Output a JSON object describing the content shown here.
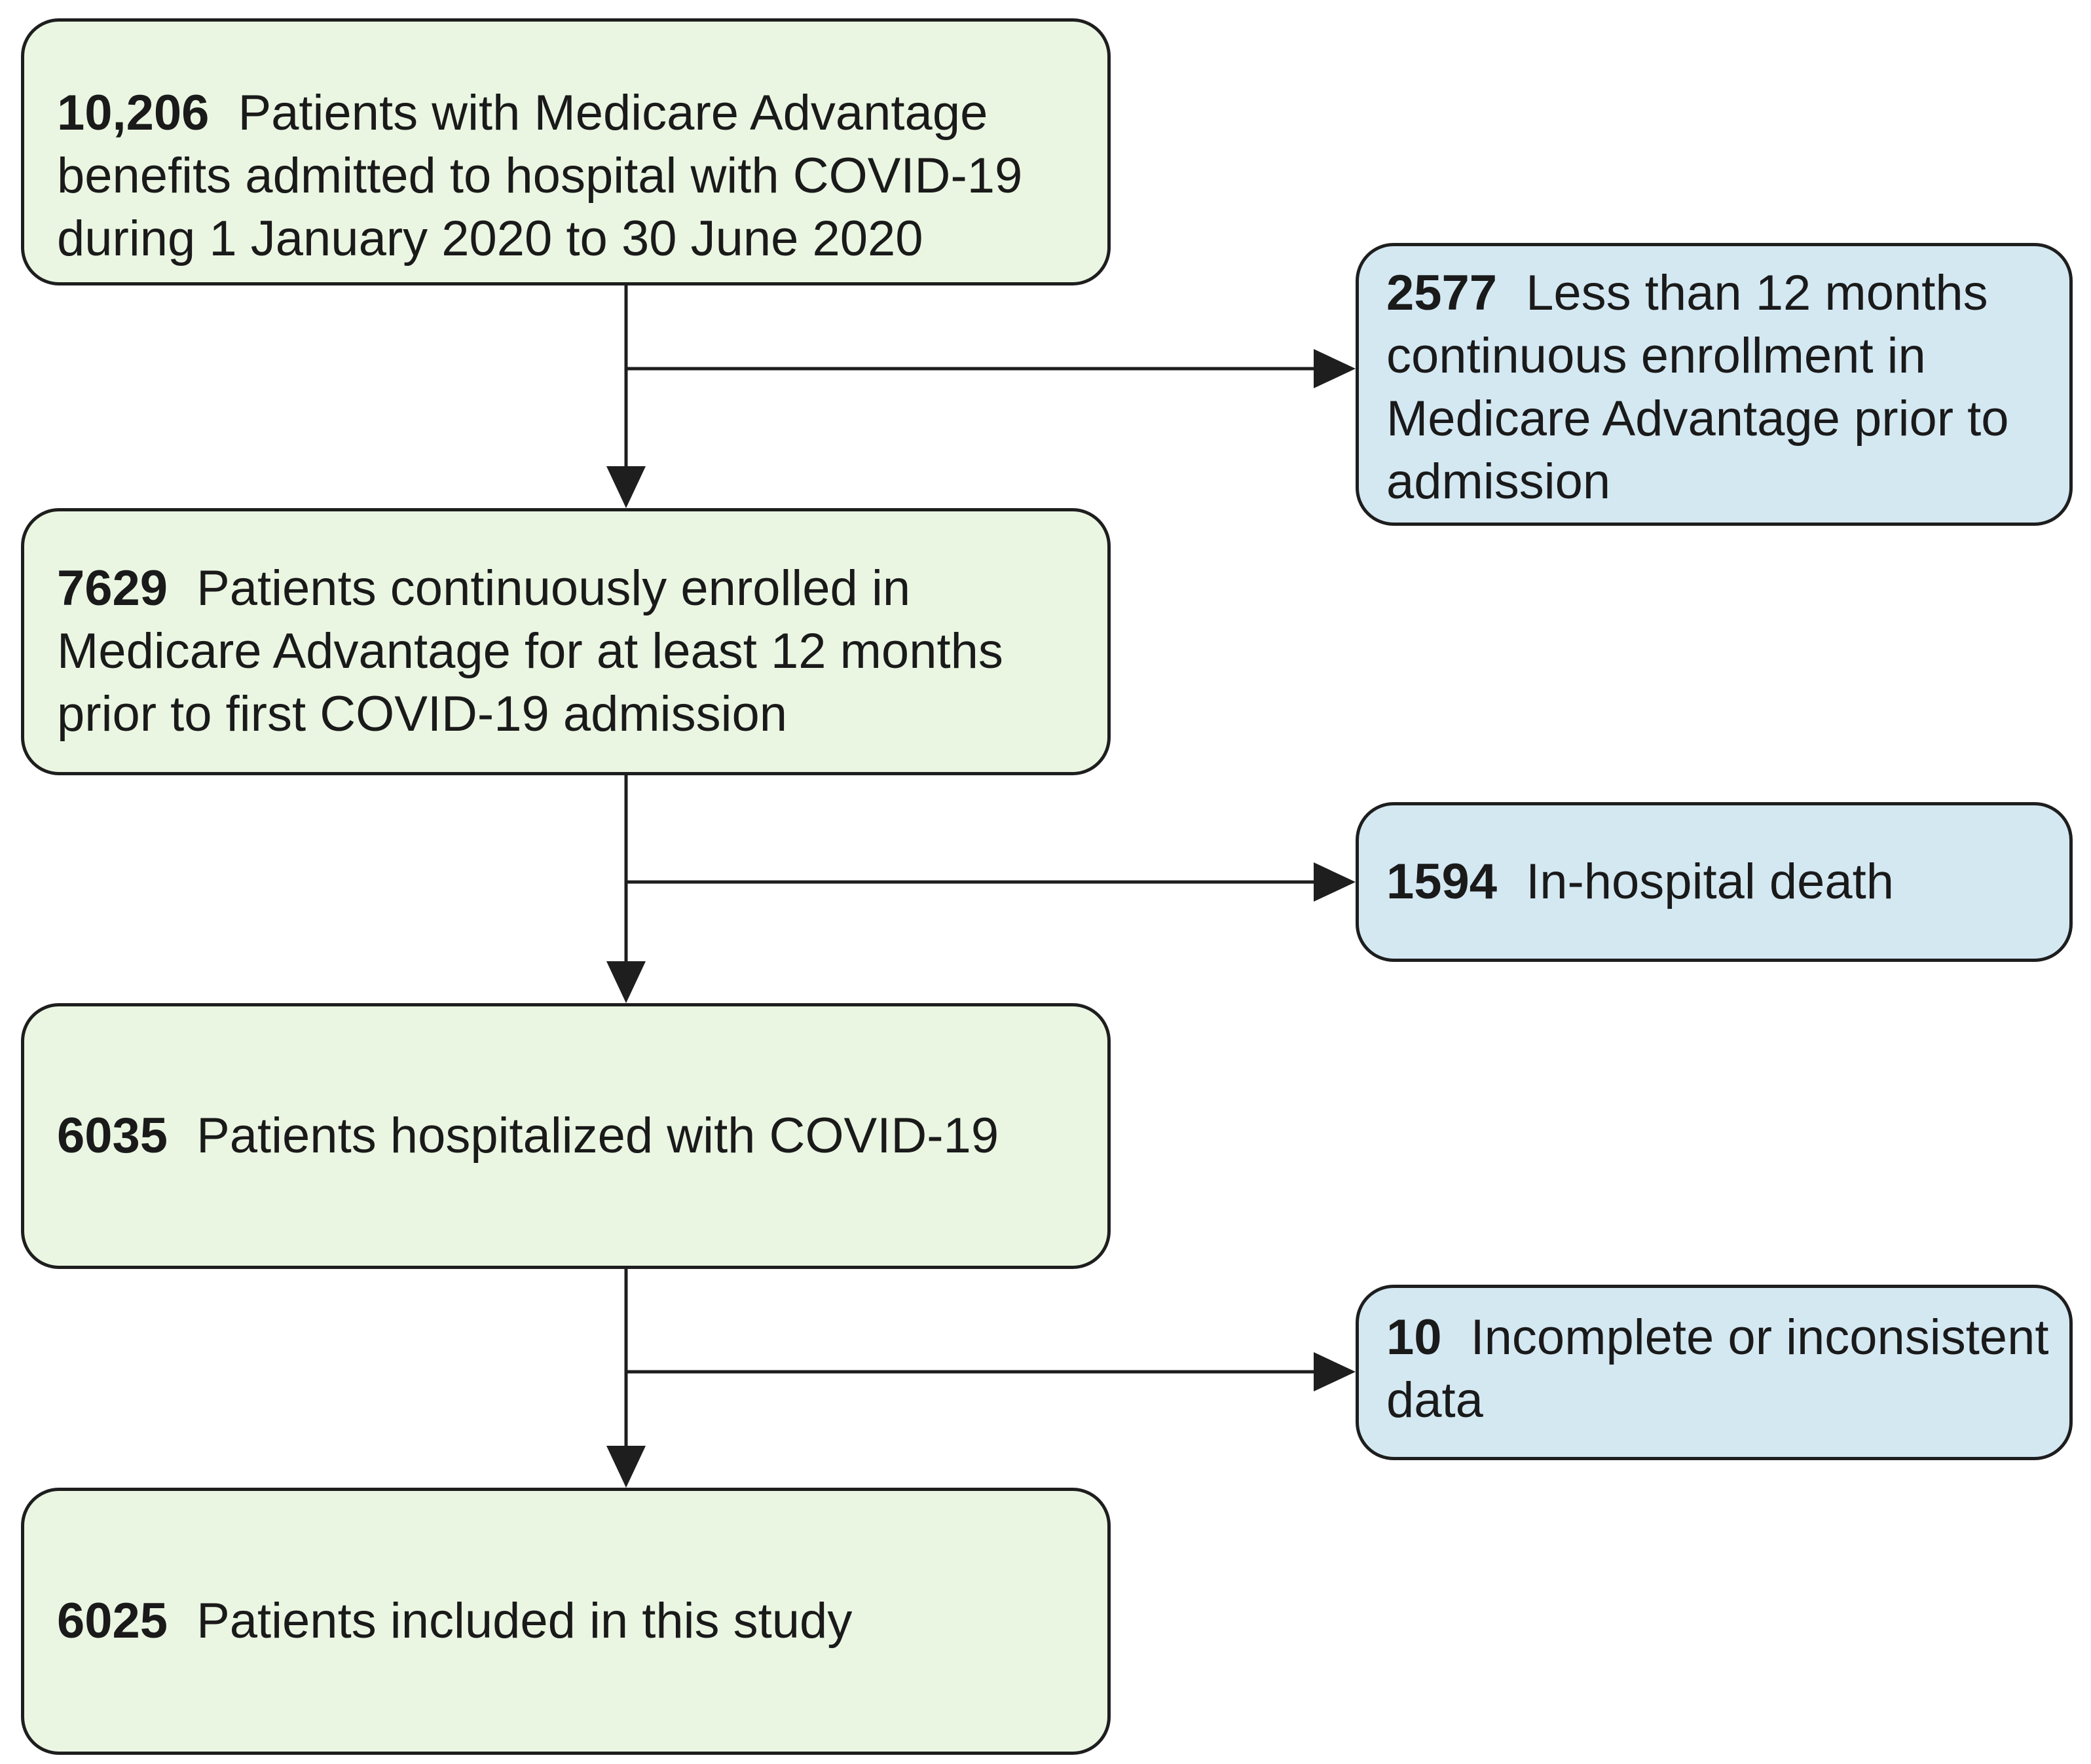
{
  "flow": {
    "main_steps": [
      {
        "count": "10,206",
        "text": "Patients with Medicare Advantage benefits admitted to hospital with COVID-19 during 1 January 2020 to 30 June 2020"
      },
      {
        "count": "7629",
        "text": "Patients continuously enrolled in Medicare Advantage for at least 12 months prior to first COVID-19 admission"
      },
      {
        "count": "6035",
        "text": "Patients hospitalized with COVID-19"
      },
      {
        "count": "6025",
        "text": "Patients included in this study"
      }
    ],
    "exclusions": [
      {
        "count": "2577",
        "text": "Less than 12 months continuous enrollment in Medicare Advantage prior to admission"
      },
      {
        "count": "1594",
        "text": "In-hospital death"
      },
      {
        "count": "10",
        "text": "Incomplete or inconsistent data"
      }
    ]
  },
  "colors": {
    "main_box_fill": "#eaf6e2",
    "exclusion_box_fill": "#d4e8f2",
    "border": "#1e1e1e"
  }
}
